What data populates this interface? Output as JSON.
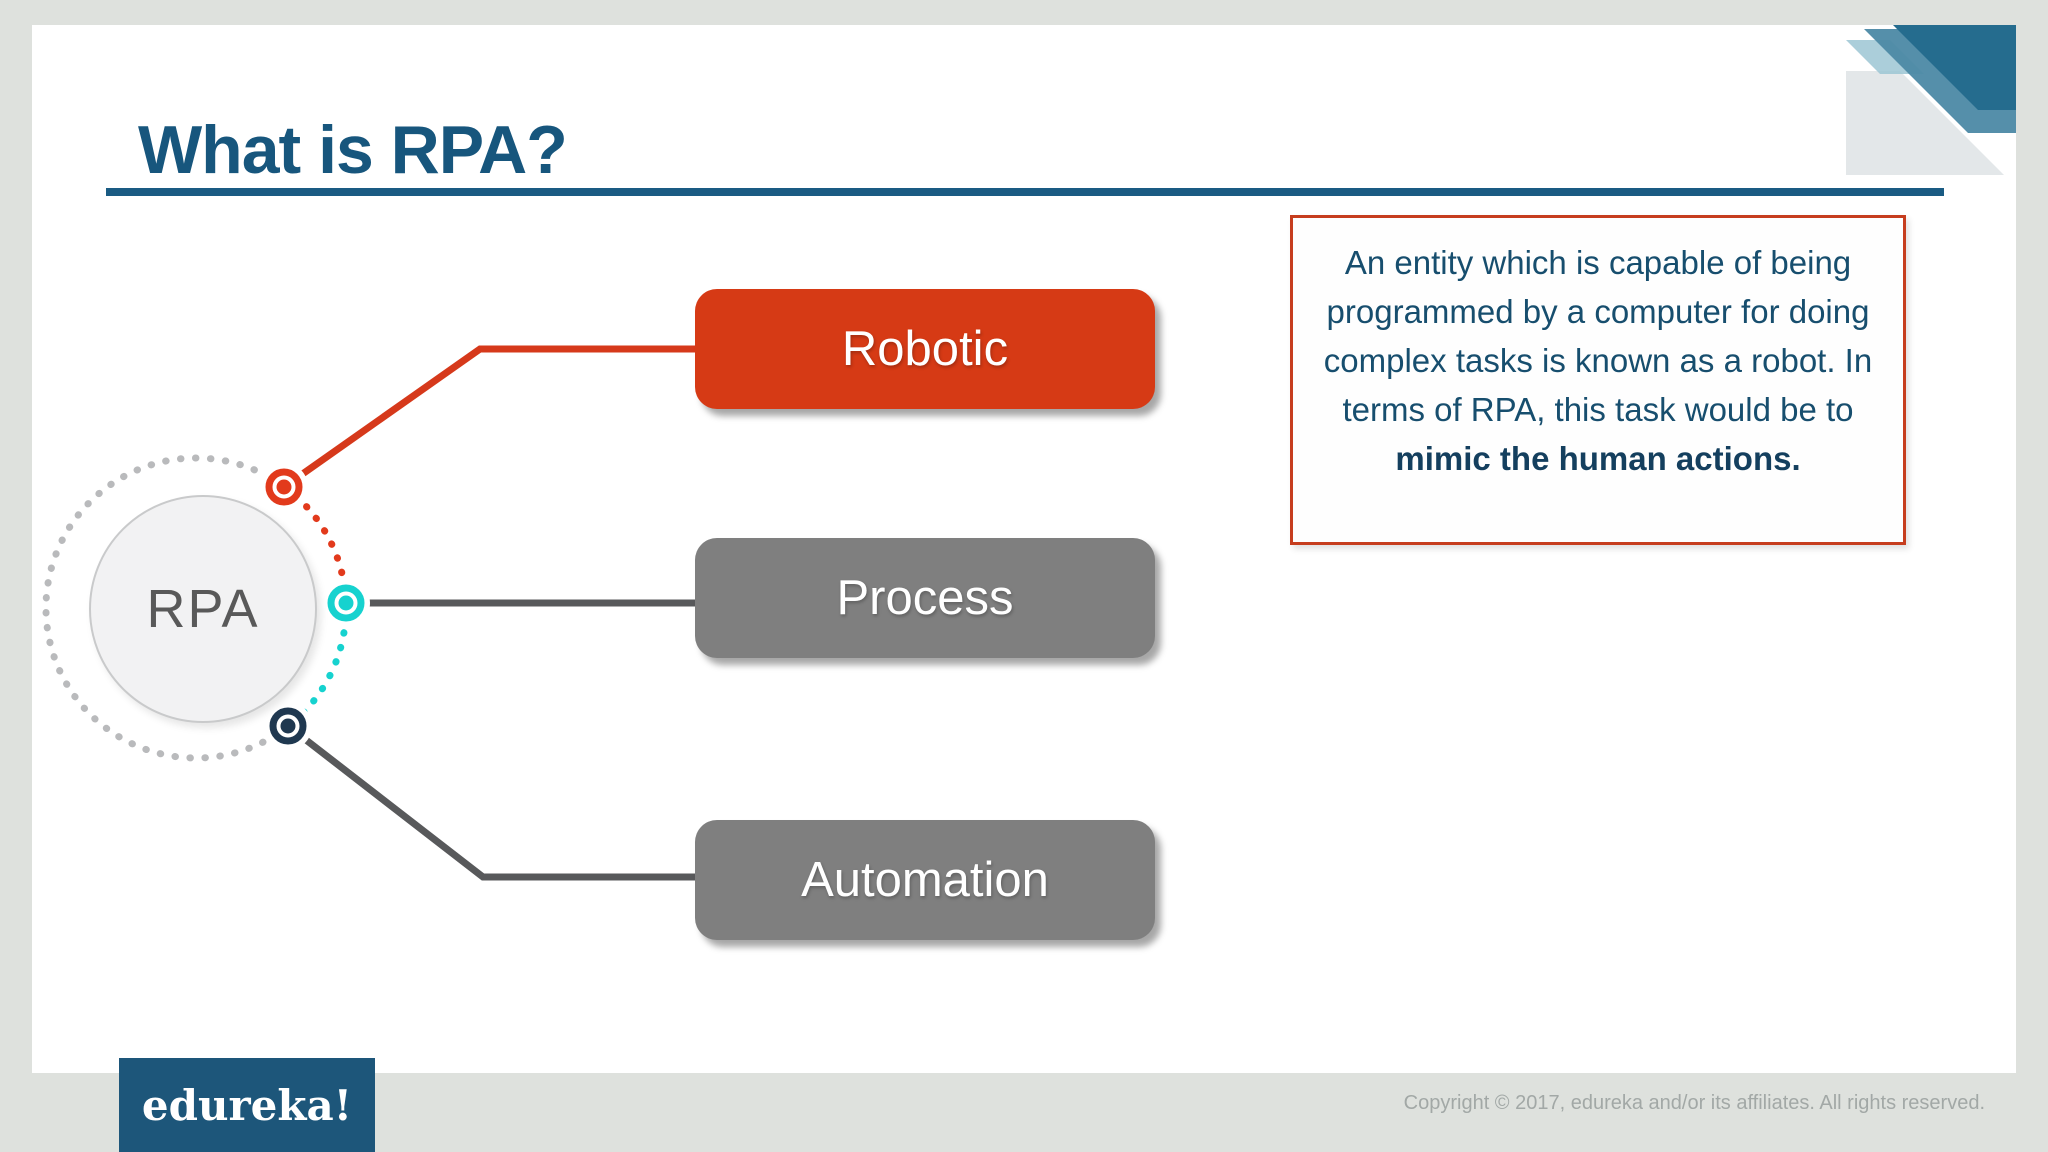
{
  "slide": {
    "title": "What is RPA?",
    "diagram": {
      "hub_label": "RPA",
      "nodes": [
        {
          "label": "Robotic",
          "color": "#d63a15",
          "connector_color": "#e23a1c"
        },
        {
          "label": "Process",
          "color": "#7f7f7f",
          "connector_color": "#16d2cf"
        },
        {
          "label": "Automation",
          "color": "#7f7f7f",
          "connector_color": "#1f3850"
        }
      ]
    },
    "definition": {
      "text_regular": "An entity which is capable of being programmed by a computer for doing complex tasks is known as a robot. In terms of RPA, this task would be to ",
      "text_bold": "mimic the human actions."
    }
  },
  "footer": {
    "logo_text": "edureka!",
    "copyright": "Copyright © 2017, edureka and/or its affiliates. All rights reserved."
  },
  "colors": {
    "title_blue": "#17567d",
    "rule_blue": "#1a5b83",
    "accent_red": "#d63a15",
    "accent_teal": "#16d2cf",
    "accent_navy": "#1f3850",
    "node_gray": "#7f7f7f",
    "definition_border_red": "#c63d1e",
    "definition_text_blue": "#174e6e",
    "logo_bg_blue": "#1d567a",
    "page_gray": "#dee1dd",
    "corner_dark_teal": "#256c8e",
    "corner_medium_teal": "#4c89a5",
    "corner_pale_teal": "#9cc5d3",
    "corner_light_gray": "#e3e7e9"
  }
}
